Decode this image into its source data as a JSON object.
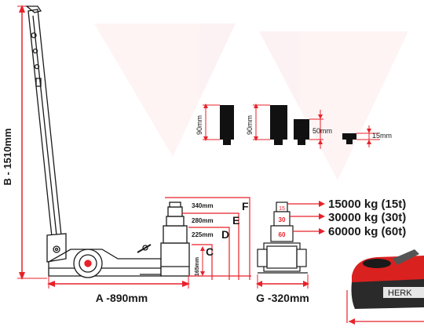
{
  "dimensions": {
    "height_label": "B - 1510mm",
    "length_label": "A -890mm",
    "width_label": "G -320mm"
  },
  "stage_markers": {
    "C": "C",
    "D": "D",
    "E": "E",
    "F": "F"
  },
  "stage_heights": {
    "base": "165mm",
    "stage1": "225mm",
    "stage2": "280mm",
    "stage3": "340mm"
  },
  "saddle_heights": {
    "pad_a": "90mm",
    "pad_b": "90mm",
    "pad_c": "50mm",
    "pad_d": "15mm"
  },
  "capacities": [
    {
      "label": "15000 kg (15t)",
      "stage_tag": "15"
    },
    {
      "label": "30000 kg (30t)",
      "stage_tag": "30"
    },
    {
      "label": "60000 kg (60t)",
      "stage_tag": "60"
    }
  ],
  "brand_partial": "HERK",
  "colors": {
    "dimension_red": "#e8212a",
    "outline_black": "#1a1a1a",
    "pad_black": "#111111",
    "product_red": "#d9211f"
  }
}
